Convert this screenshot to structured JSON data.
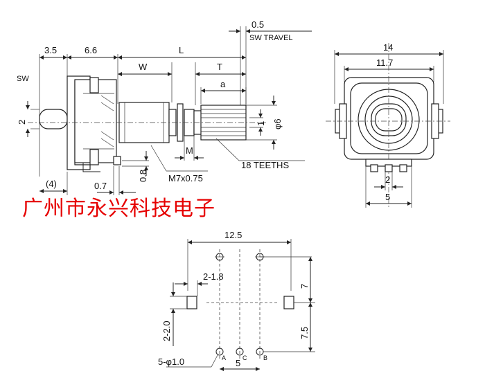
{
  "side_view": {
    "dim_sw_travel_value": "0.5",
    "dim_sw_travel_label": "SW TRAVEL",
    "dim_3_5": "3.5",
    "dim_6_6": "6.6",
    "dim_L": "L",
    "dim_W": "W",
    "dim_T": "T",
    "dim_a": "a",
    "label_sw": "SW",
    "dim_2": "2",
    "dim_phi6": "φ6",
    "dim_1": "1",
    "dim_M": "M",
    "label_thread": "M7x0.75",
    "label_teeth": "18 TEETHS",
    "dim_0_8": "0.8",
    "dim_4": "(4)",
    "dim_0_7": "0.7"
  },
  "front_view": {
    "dim_14": "14",
    "dim_11_7": "11.7",
    "dim_2": "2",
    "dim_5": "5"
  },
  "banner": {
    "text": "广州市永兴科技电子"
  },
  "footprint_view": {
    "dim_12_5": "12.5",
    "dim_2_1_8": "2-1.8",
    "dim_7": "7",
    "dim_2_2_0": "2-2.0",
    "dim_7_5": "7.5",
    "dim_5_phi1_0": "5-φ1.0",
    "dim_5": "5",
    "pin_a": "A",
    "pin_c": "C",
    "pin_b": "B"
  }
}
